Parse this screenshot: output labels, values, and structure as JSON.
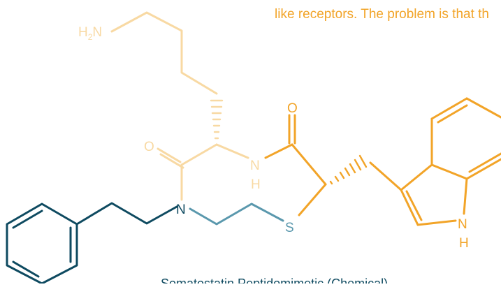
{
  "header_text": "like receptors. The problem is that th",
  "caption": "Somatostatin Peptidomimetic (Chemical)",
  "atoms": {
    "amine_h": "H",
    "amine_sub": "2",
    "amine_n": "N",
    "ketone_o_right": "O",
    "ketone_o_left": "O",
    "amide_n": "N",
    "amide_h": "H",
    "tertiary_n": "N",
    "sulfur": "S",
    "indole_n": "N",
    "indole_h": "H"
  },
  "colors": {
    "light_orange": "#f8d9a3",
    "orange": "#f2a428",
    "teal": "#5a98ad",
    "dark_teal": "#0e4a60"
  }
}
